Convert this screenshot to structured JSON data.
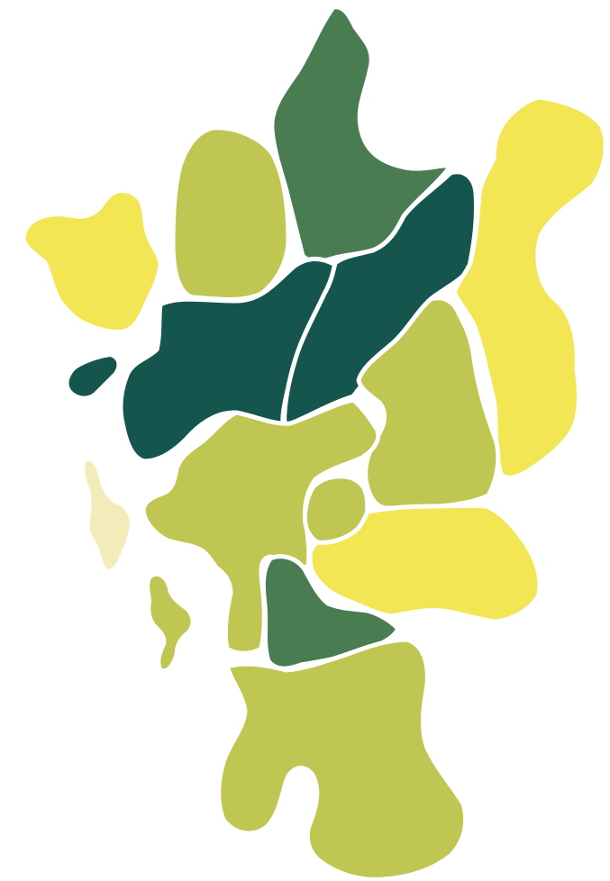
{
  "map": {
    "palette": {
      "yellow": "#f2e655",
      "lime": "#bfc652",
      "green": "#4a7c51",
      "teal": "#14564d",
      "pale": "#f3ebba"
    },
    "regions": [
      {
        "id": "north-peak",
        "shade": "green",
        "level": 3
      },
      {
        "id": "north-west-lobe",
        "shade": "lime",
        "level": 2
      },
      {
        "id": "central-left-band",
        "shade": "teal",
        "level": 4
      },
      {
        "id": "central-right-band",
        "shade": "teal",
        "level": 4
      },
      {
        "id": "east-strip",
        "shade": "yellow",
        "level": 1
      },
      {
        "id": "west-island",
        "shade": "yellow",
        "level": 1
      },
      {
        "id": "west-islet",
        "shade": "teal",
        "level": 4
      },
      {
        "id": "east-middle",
        "shade": "lime",
        "level": 2
      },
      {
        "id": "west-middle",
        "shade": "lime",
        "level": 2
      },
      {
        "id": "small-center",
        "shade": "lime",
        "level": 2
      },
      {
        "id": "south-east-band",
        "shade": "yellow",
        "level": 1
      },
      {
        "id": "south-center",
        "shade": "green",
        "level": 3
      },
      {
        "id": "south",
        "shade": "lime",
        "level": 2
      },
      {
        "id": "pale-island",
        "shade": "pale",
        "level": 0
      },
      {
        "id": "fjord-island",
        "shade": "lime",
        "level": 2
      }
    ]
  }
}
